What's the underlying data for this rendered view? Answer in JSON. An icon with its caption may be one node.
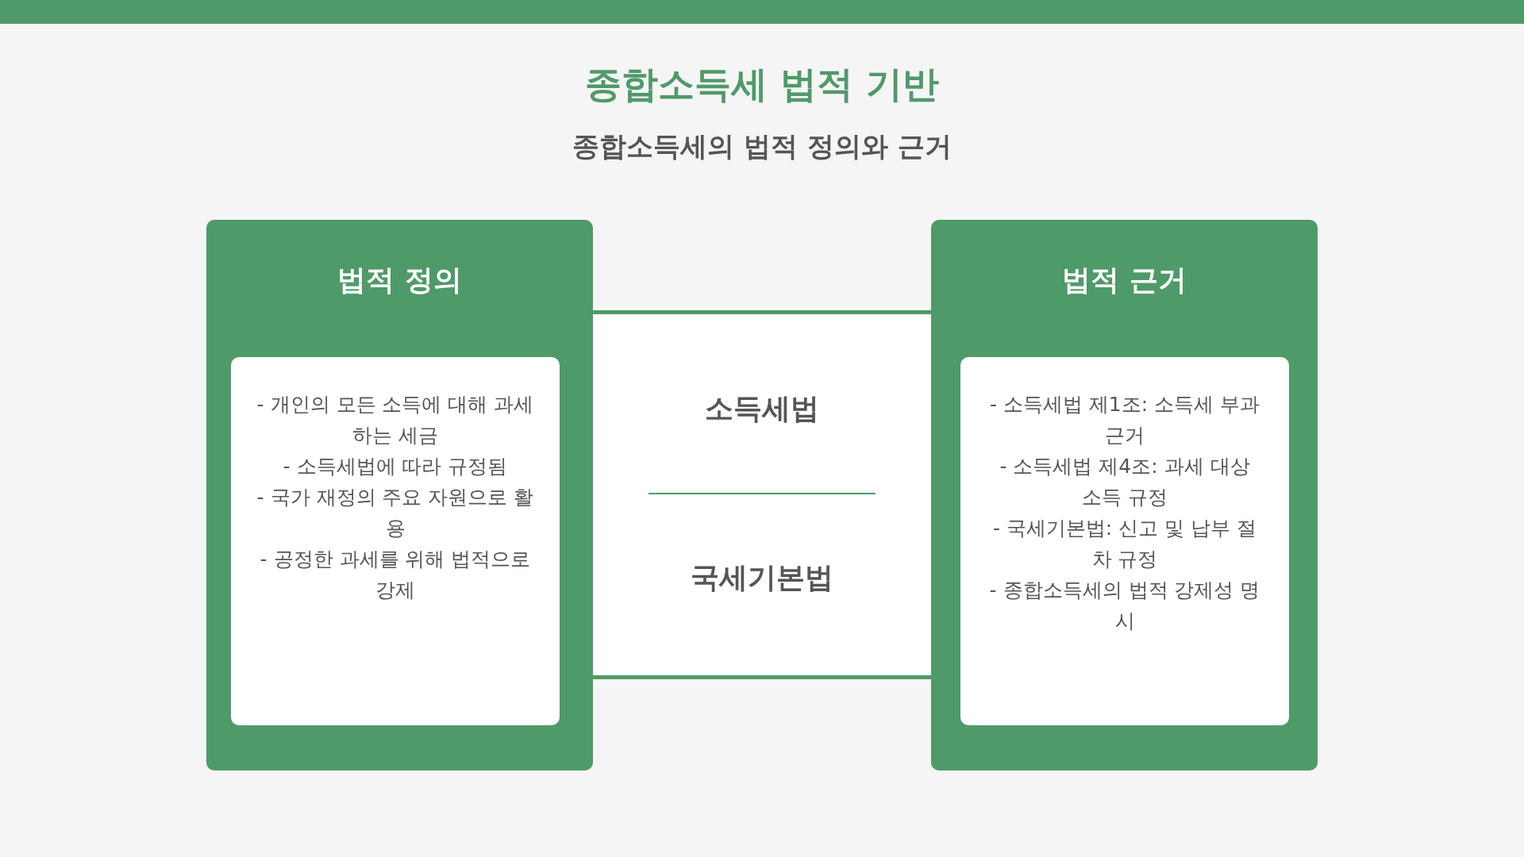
{
  "diagram": {
    "title": "종합소득세 법적 기반",
    "nodes": [
      {
        "text": [],
        "shape": "bar"
      },
      {
        "text": [
          "법적 정의"
        ]
      },
      {
        "text": [
          "- 개인의 모든 소득에 대해 과세하는 세금",
          "- 소득세법에 따라 규정됨",
          "- 국가 재정의 주요 자원으로 활용",
          "- 공정한 과세를 위해 법적으로 강제"
        ],
        "in": 1
      },
      {
        "text": [
          "소득세법",
          "국세기본법"
        ]
      },
      {
        "text": [
          "법적 근거"
        ]
      },
      {
        "text": [
          "- 소득세법 제1조: 소득세 부과 근거",
          "- 소득세법 제4조: 과세 대상 소득 규정",
          "- 국세기본법: 신고 및 납부 절차 규정",
          "- 종합소득세의 법적 강제성 명시"
        ],
        "in": 4
      }
    ],
    "labels": [
      "종합소득세의 법적 정의와 근거"
    ]
  }
}
